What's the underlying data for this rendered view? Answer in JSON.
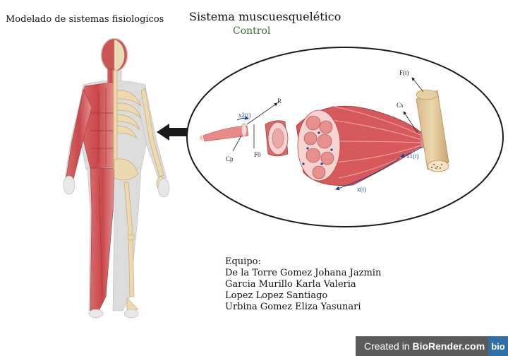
{
  "header": {
    "left_text": "Modelado de sistemas fisiologicos",
    "title": "Sistema muscuesquelético",
    "subtitle": "Control"
  },
  "diagram": {
    "labels": {
      "F": "F(t)",
      "Cs": "Cs",
      "R": "R",
      "x2": "x2(t)",
      "Cp": "Cp",
      "F0": "F0",
      "x1": "x1(t)",
      "x": "x(t)"
    },
    "colors": {
      "muscle": "#c9474a",
      "muscle_light": "#e88a88",
      "bone": "#e3cfa4",
      "skin": "#d8d8d8",
      "tendon": "#c7c9de",
      "arrow": "#1f3f8c",
      "pointer": "#1a1a1a"
    },
    "icons": [
      "human-anatomy-figure",
      "muscle-fiber-illustration",
      "tendon-bone-illustration",
      "left-arrow-icon"
    ]
  },
  "team": {
    "heading": "Equipo:",
    "members": [
      "De la Torre Gomez Johana Jazmin",
      "Garcia Murillo Karla Valeria",
      "Lopez Lopez Santiago",
      "Urbina Gomez Eliza Yasunari"
    ]
  },
  "watermark": {
    "prefix": "Created in ",
    "brand": "BioRender.com",
    "logo": "bio"
  }
}
